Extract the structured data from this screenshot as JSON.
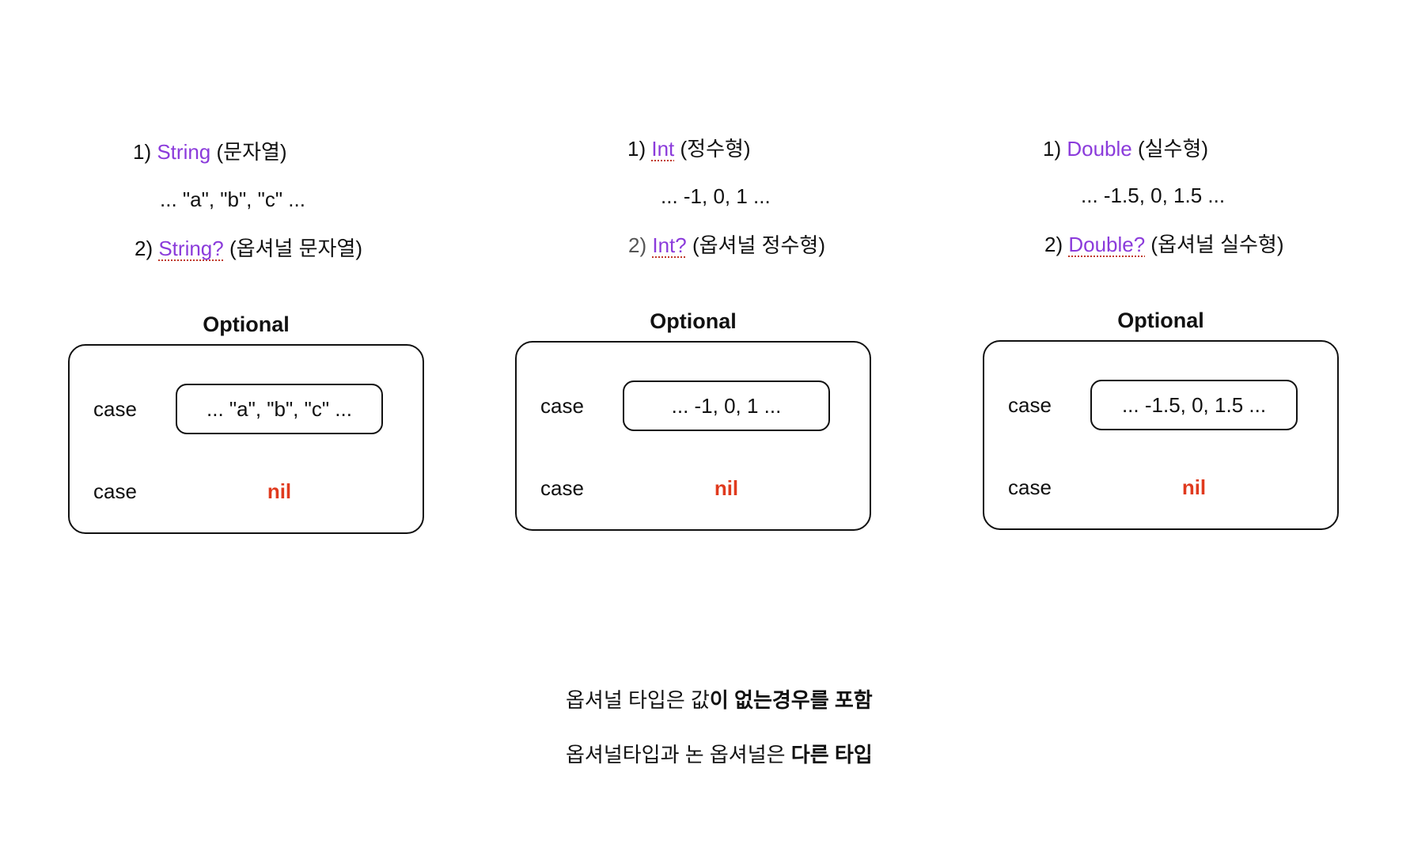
{
  "columns": [
    {
      "type_line": {
        "prefix": "1) ",
        "type": "String",
        "suffix": " (문자열)"
      },
      "values": "... \"a\", \"b\", \"c\" ...",
      "optional_line": {
        "prefix": "2) ",
        "type": "String?",
        "suffix": " (옵셔널 문자열)"
      },
      "box_title": "Optional",
      "case_some_label": "case",
      "case_some_value": "... \"a\", \"b\", \"c\" ...",
      "case_none_label": "case",
      "case_none_value": "nil"
    },
    {
      "type_line": {
        "prefix": "1) ",
        "type": "Int",
        "suffix": " (정수형)"
      },
      "values": "... -1, 0, 1 ...",
      "optional_line": {
        "prefix": "2) ",
        "type": "Int?",
        "suffix": " (옵셔널 정수형)"
      },
      "box_title": "Optional",
      "case_some_label": "case",
      "case_some_value": "... -1, 0, 1 ...",
      "case_none_label": "case",
      "case_none_value": "nil"
    },
    {
      "type_line": {
        "prefix": "1) ",
        "type": "Double",
        "suffix": " (실수형)"
      },
      "values": "... -1.5, 0, 1.5 ...",
      "optional_line": {
        "prefix": "2) ",
        "type": "Double?",
        "suffix": " (옵셔널 실수형)"
      },
      "box_title": "Optional",
      "case_some_label": "case",
      "case_some_value": "... -1.5, 0, 1.5 ...",
      "case_none_label": "case",
      "case_none_value": "nil"
    }
  ],
  "notes": {
    "line1_normal": "옵셔널 타입은 값",
    "line1_bold": "이 없는경우를 포함",
    "line2_normal": "옵셔널타입과 논 옵셔널은 ",
    "line2_bold": "다른 타입"
  },
  "colors": {
    "type_name": "#8b3bdb",
    "nil": "#e03a1e",
    "border": "#111111"
  }
}
